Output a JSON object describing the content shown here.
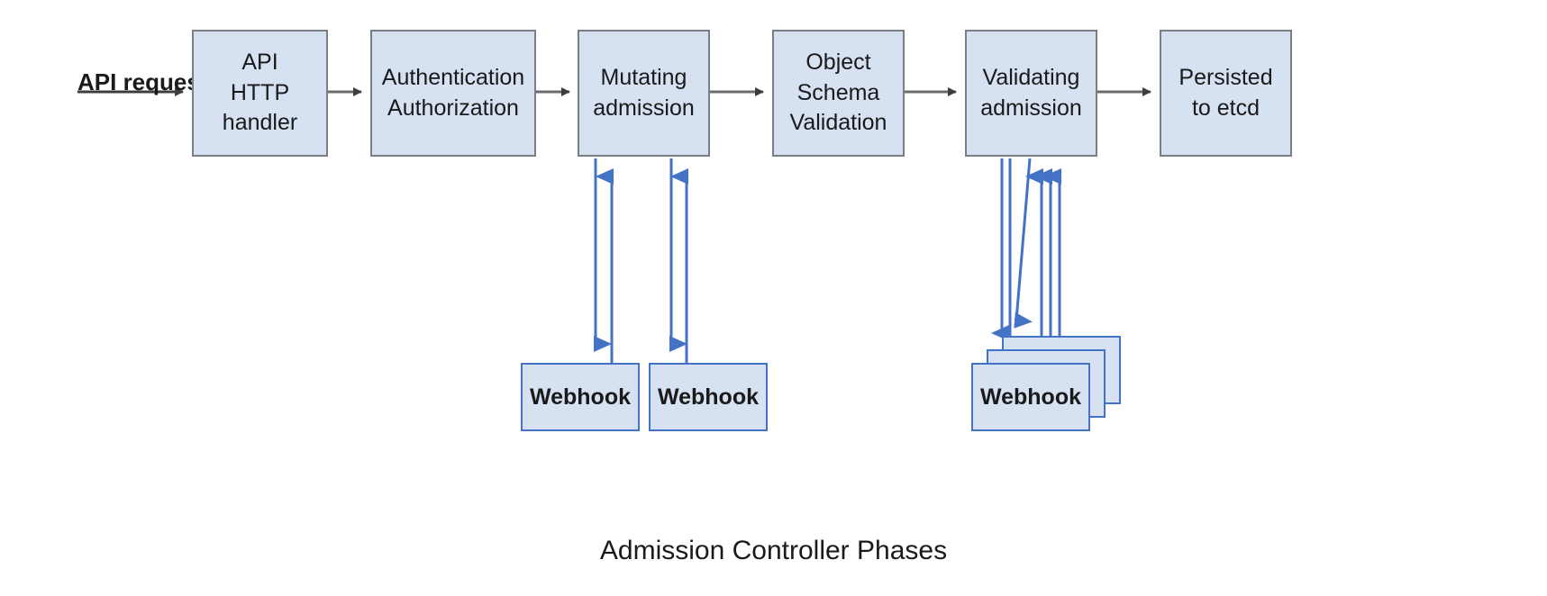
{
  "diagram": {
    "caption": "Admission Controller Phases",
    "entry_label": "API request",
    "colors": {
      "node_fill": "#d6e1f1",
      "node_stroke": "#7a7f86",
      "flow_arrow": "#4d4d4d",
      "webhook_arrow": "#4472c4",
      "webhook_stroke": "#4472c4",
      "text": "#1a1a1a",
      "background": "#ffffff"
    },
    "phases": [
      {
        "id": "api-http-handler",
        "label": "API\nHTTP\nhandler"
      },
      {
        "id": "authentication-authorization",
        "label": "Authentication\nAuthorization"
      },
      {
        "id": "mutating-admission",
        "label": "Mutating\nadmission"
      },
      {
        "id": "object-schema-validation",
        "label": "Object\nSchema\nValidation"
      },
      {
        "id": "validating-admission",
        "label": "Validating\nadmission"
      },
      {
        "id": "persisted-to-etcd",
        "label": "Persisted\nto etcd"
      }
    ],
    "webhooks": [
      {
        "id": "mutating-webhook-1",
        "label": "Webhook",
        "parent": "mutating-admission",
        "stacked": false
      },
      {
        "id": "mutating-webhook-2",
        "label": "Webhook",
        "parent": "mutating-admission",
        "stacked": false
      },
      {
        "id": "validating-webhook-stack",
        "label": "Webhook",
        "parent": "validating-admission",
        "stacked": true,
        "stack_count": 3
      }
    ]
  }
}
